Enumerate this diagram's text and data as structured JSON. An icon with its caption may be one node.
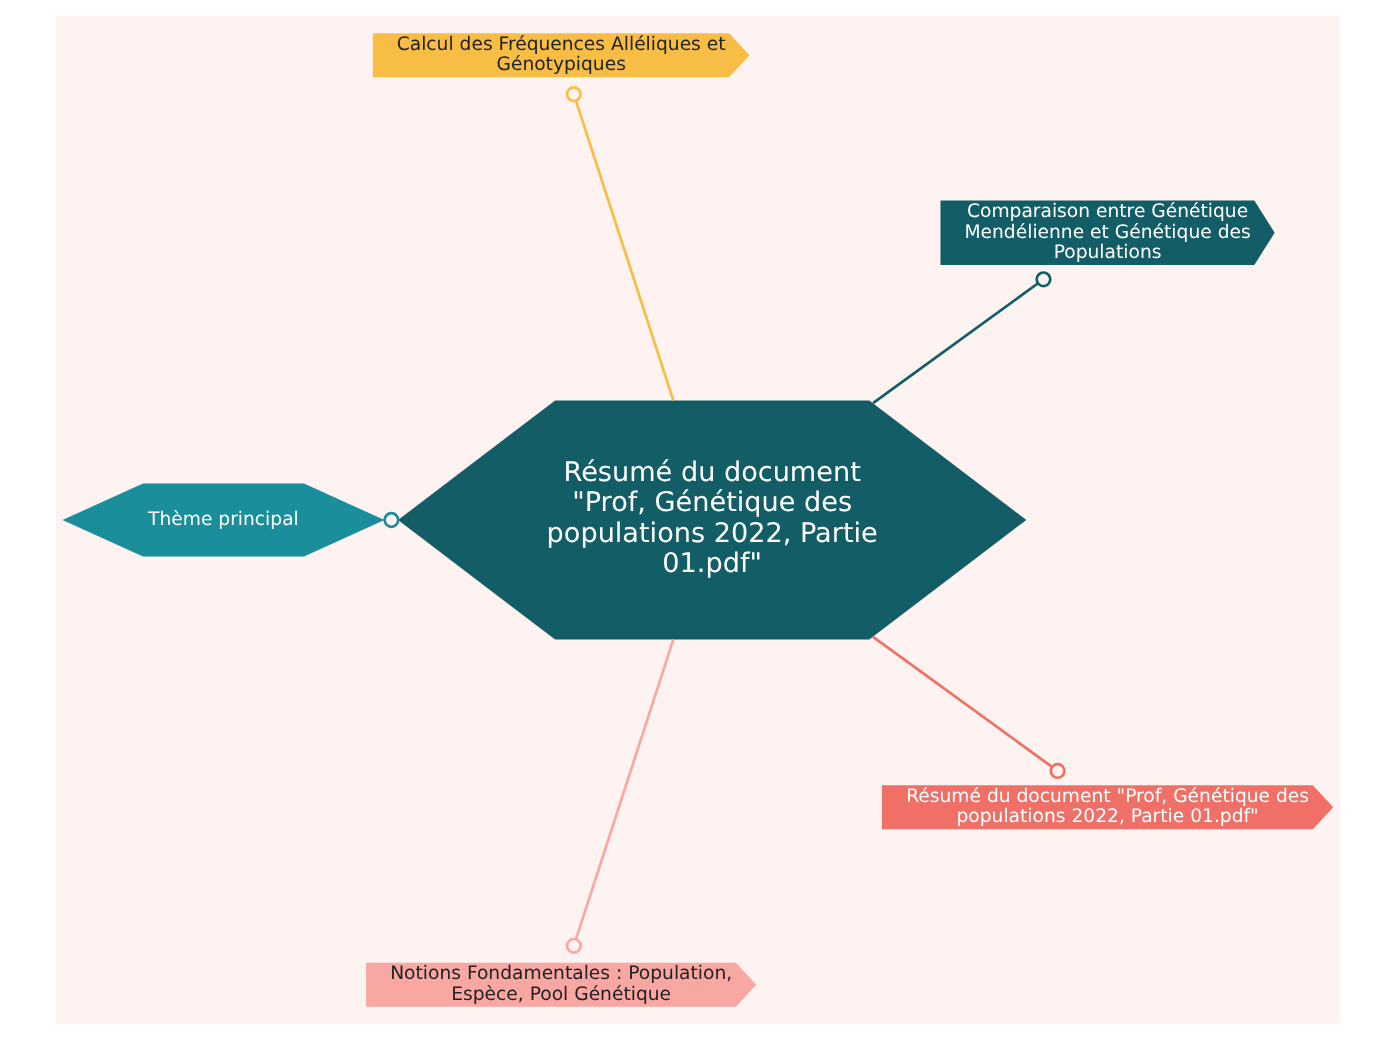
{
  "diagram": {
    "nodes": [
      {
        "text": [
          "Comparaison entre Génétique Mendélienne et Génétique des Populations"
        ]
      },
      {
        "text": [
          "Calcul des Fréquences Alléliques et Génotypiques"
        ]
      },
      {
        "text": [
          "Résumé du document \"Prof, Génétique des populations 2022, Partie 01.pdf\""
        ]
      },
      {
        "text": [
          "Thème principal"
        ]
      },
      {
        "text": [
          "Notions Fondamentales : Population, Espèce, Pool Génétique"
        ]
      },
      {
        "text": [
          "Résumé du document \"Prof, Génétique des populations 2022, Partie 01.pdf\""
        ]
      }
    ],
    "edges": [
      {
        "from": 2,
        "to": 0,
        "arrow": "other",
        "color": "#135e66"
      },
      {
        "from": 2,
        "to": 1,
        "arrow": "other",
        "color": "#f7bd45"
      },
      {
        "from": 2,
        "to": 3,
        "arrow": "other",
        "color": "#1a8e9a"
      },
      {
        "from": 2,
        "to": 4,
        "arrow": "other",
        "color": "#f9a7a3"
      },
      {
        "from": 2,
        "to": 5,
        "arrow": "other",
        "color": "#f07068"
      }
    ]
  }
}
